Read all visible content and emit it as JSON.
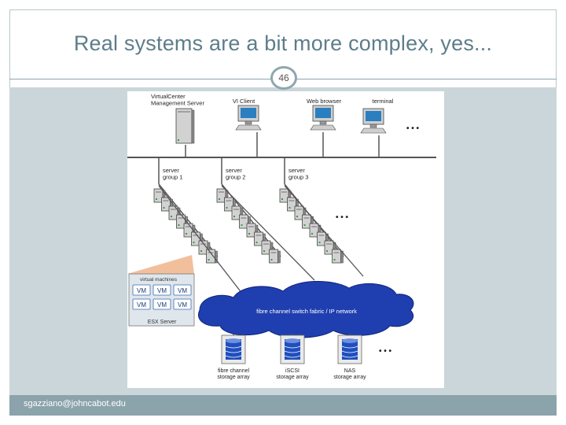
{
  "slide": {
    "title": "Real systems are a bit more complex, yes...",
    "number": "46",
    "footer": "sgazziano@johncabot.edu"
  },
  "diagram": {
    "top_nodes": [
      {
        "label_lines": [
          "VirtualCenter",
          "Management Server"
        ]
      },
      {
        "label_lines": [
          "VI Client"
        ]
      },
      {
        "label_lines": [
          "Web browser"
        ]
      },
      {
        "label_lines": [
          "terminal"
        ]
      }
    ],
    "server_groups": [
      {
        "label_lines": [
          "server",
          "group 1"
        ]
      },
      {
        "label_lines": [
          "server",
          "group 2"
        ]
      },
      {
        "label_lines": [
          "server",
          "group 3"
        ]
      }
    ],
    "esx_box": {
      "header": "virtual machines",
      "vm_label": "VM",
      "footer": "ESX Server"
    },
    "network_label": "fibre channel switch fabric / IP network",
    "storage": [
      {
        "label_lines": [
          "fibre channel",
          "storage array"
        ]
      },
      {
        "label_lines": [
          "iSCSI",
          "storage array"
        ]
      },
      {
        "label_lines": [
          "NAS",
          "storage array"
        ]
      }
    ],
    "ellipsis": "• • •",
    "colors": {
      "network": "#1f3fb0",
      "line": "#555555",
      "esx_bg": "#dfe6ec"
    }
  }
}
